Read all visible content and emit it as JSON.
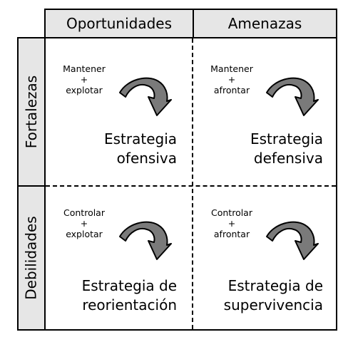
{
  "columns": [
    "Oportunidades",
    "Amenazas"
  ],
  "rows": [
    "Fortalezas",
    "Debilidades"
  ],
  "cells": [
    {
      "action": [
        "Mantener",
        "+",
        "explotar"
      ],
      "strategy": [
        "Estrategia",
        "ofensiva"
      ]
    },
    {
      "action": [
        "Mantener",
        "+",
        "afrontar"
      ],
      "strategy": [
        "Estrategia",
        "defensiva"
      ]
    },
    {
      "action": [
        "Controlar",
        "+",
        "explotar"
      ],
      "strategy": [
        "Estrategia de",
        "reorientación"
      ]
    },
    {
      "action": [
        "Controlar",
        "+",
        "afrontar"
      ],
      "strategy": [
        "Estrategia de",
        "supervivencia"
      ]
    }
  ],
  "icons": {
    "arrow": "curved-arrow-icon"
  },
  "colors": {
    "header_fill": "#e6e6e6",
    "arrow_fill": "#7a7a7a"
  }
}
